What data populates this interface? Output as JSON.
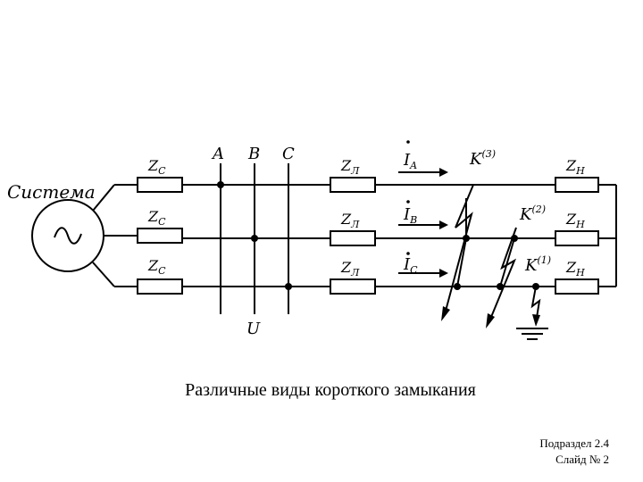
{
  "diagram": {
    "source_label": "Система",
    "phases": [
      "A",
      "B",
      "C"
    ],
    "voltage_label": "U",
    "source_impedance": "Z",
    "source_impedance_sub": "C",
    "line_impedance": "Z",
    "line_impedance_sub": "Л",
    "load_impedance_1": "Z",
    "load_impedance_1_sub": "Н",
    "load_impedance_2": "Z",
    "load_impedance_2_sub": "Н",
    "load_impedance_3": "Z",
    "load_impedance_3_sub": "Н",
    "current_a": "I",
    "current_a_sub": "A",
    "current_b": "I",
    "current_b_sub": "B",
    "current_c": "I",
    "current_c_sub": "C",
    "fault_3": "K",
    "fault_3_sup": "(3)",
    "fault_2": "K",
    "fault_2_sup": "(2)",
    "fault_1": "K",
    "fault_1_sup": "(1)"
  },
  "caption": "Различные виды короткого замыкания",
  "footer": {
    "line1": "Подраздел 2.4",
    "line2": "Слайд № 2"
  }
}
